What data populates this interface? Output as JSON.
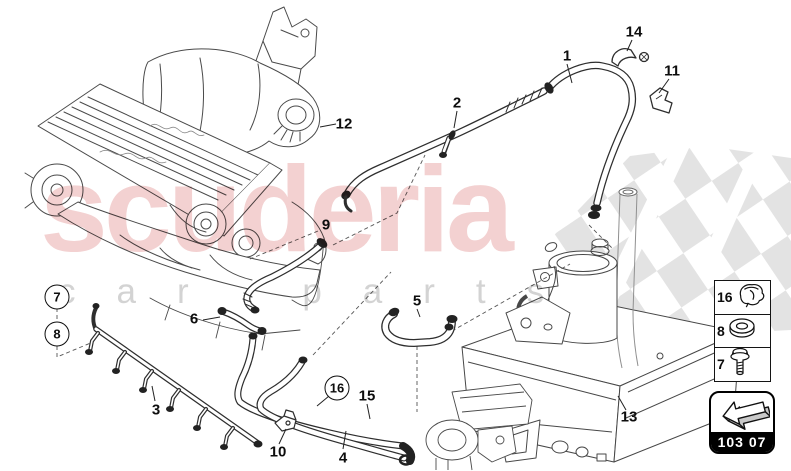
{
  "watermark": {
    "brand": "scuderia",
    "tagline": "car parts"
  },
  "callouts": [
    {
      "num": "1"
    },
    {
      "num": "2"
    },
    {
      "num": "3"
    },
    {
      "num": "4"
    },
    {
      "num": "5"
    },
    {
      "num": "6"
    },
    {
      "num": "7"
    },
    {
      "num": "8"
    },
    {
      "num": "9"
    },
    {
      "num": "10"
    },
    {
      "num": "11"
    },
    {
      "num": "12"
    },
    {
      "num": "13"
    },
    {
      "num": "14"
    },
    {
      "num": "15"
    },
    {
      "num": "16"
    }
  ],
  "legend": {
    "rows": [
      {
        "num": "16",
        "icon": "clip-icon"
      },
      {
        "num": "8",
        "icon": "washer-icon"
      },
      {
        "num": "7",
        "icon": "screw-icon"
      }
    ]
  },
  "badge": {
    "code": "103 07",
    "icon": "arrow-up-left-icon"
  }
}
